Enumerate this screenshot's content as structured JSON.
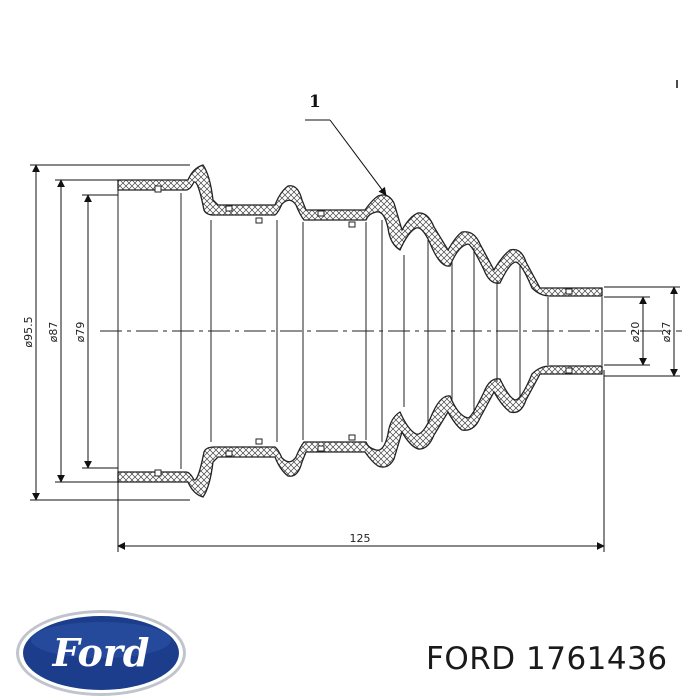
{
  "drawing": {
    "callout": "1",
    "dimensions": {
      "d_95_5": "ø95.5",
      "d_87": "ø87",
      "d_79": "ø79",
      "d_20": "ø20",
      "d_27": "ø27",
      "length_125": "125"
    }
  },
  "brand": {
    "logo_text": "Ford",
    "logo_color": "#1b3d8c",
    "part_number_label": "FORD 1761436"
  }
}
